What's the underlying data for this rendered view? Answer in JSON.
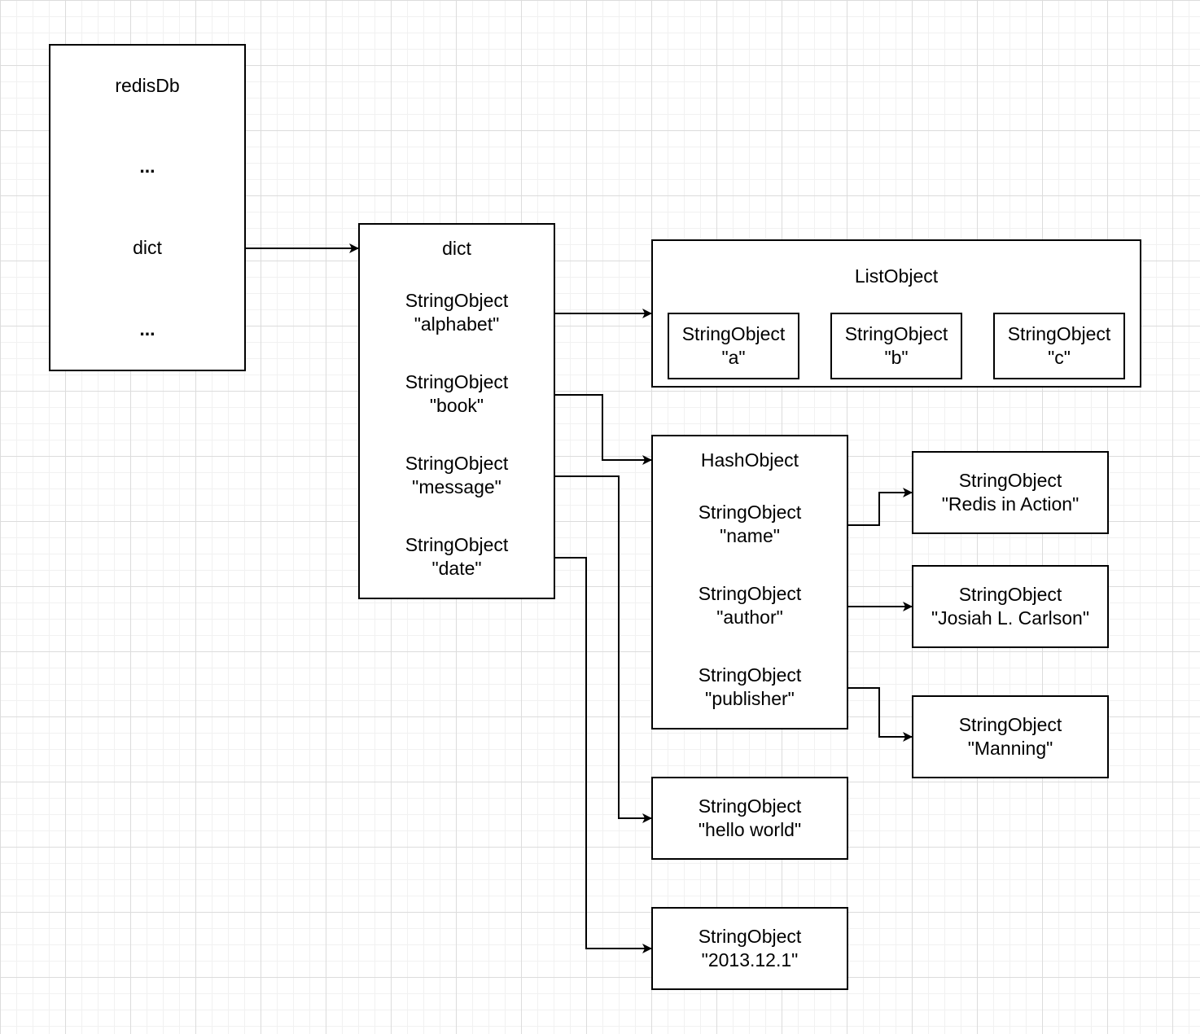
{
  "redisDb": {
    "rows": [
      "redisDb",
      "...",
      "dict",
      "..."
    ]
  },
  "dict": {
    "header": "dict",
    "keys": [
      {
        "type": "StringObject",
        "value": "\"alphabet\""
      },
      {
        "type": "StringObject",
        "value": "\"book\""
      },
      {
        "type": "StringObject",
        "value": "\"message\""
      },
      {
        "type": "StringObject",
        "value": "\"date\""
      }
    ]
  },
  "list": {
    "title": "ListObject",
    "items": [
      {
        "type": "StringObject",
        "value": "\"a\""
      },
      {
        "type": "StringObject",
        "value": "\"b\""
      },
      {
        "type": "StringObject",
        "value": "\"c\""
      }
    ]
  },
  "hash": {
    "header": "HashObject",
    "fields": [
      {
        "type": "StringObject",
        "value": "\"name\""
      },
      {
        "type": "StringObject",
        "value": "\"author\""
      },
      {
        "type": "StringObject",
        "value": "\"publisher\""
      }
    ],
    "values": [
      {
        "type": "StringObject",
        "value": "\"Redis in Action\""
      },
      {
        "type": "StringObject",
        "value": "\"Josiah L. Carlson\""
      },
      {
        "type": "StringObject",
        "value": "\"Manning\""
      }
    ]
  },
  "message_value": {
    "type": "StringObject",
    "value": "\"hello world\""
  },
  "date_value": {
    "type": "StringObject",
    "value": "\"2013.12.1\""
  }
}
